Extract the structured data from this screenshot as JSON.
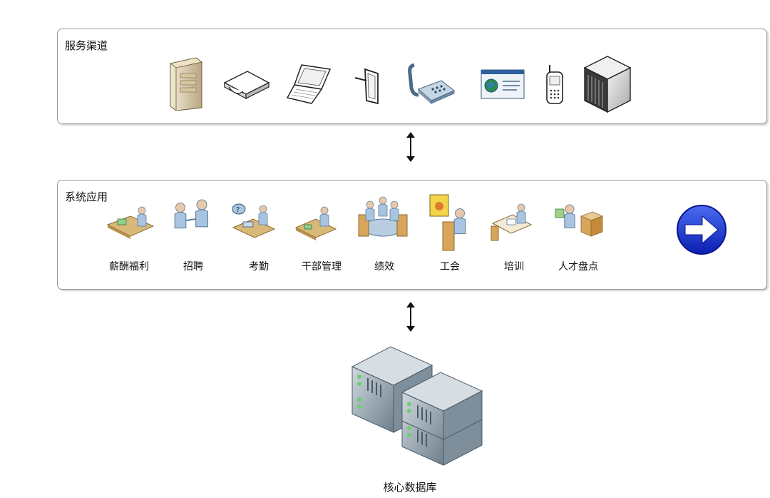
{
  "service_channels": {
    "title": "服务渠道",
    "icons": [
      "server-tower-icon",
      "scanner-icon",
      "laptop-icon",
      "tablet-icon",
      "telephone-icon",
      "web-page-icon",
      "mobile-phone-icon",
      "mainframe-icon"
    ]
  },
  "system_apps": {
    "title": "系统应用",
    "items": [
      {
        "label": "薪酬福利",
        "icon": "salary-benefits-icon"
      },
      {
        "label": "招聘",
        "icon": "recruitment-icon"
      },
      {
        "label": "考勤",
        "icon": "attendance-icon"
      },
      {
        "label": "干部管理",
        "icon": "cadre-management-icon"
      },
      {
        "label": "绩效",
        "icon": "performance-icon"
      },
      {
        "label": "工会",
        "icon": "labor-union-icon"
      },
      {
        "label": "培训",
        "icon": "training-icon"
      },
      {
        "label": "人才盘点",
        "icon": "talent-review-icon"
      }
    ],
    "next_icon": "right-arrow-circle-icon"
  },
  "core_database": {
    "label": "核心数据库",
    "icon": "server-cluster-icon"
  },
  "colors": {
    "panel_border": "#9a9a9a",
    "arrow_blue": "#1a33cc",
    "person_blue": "#a8c4e0",
    "desk_tan": "#d9b97a"
  }
}
